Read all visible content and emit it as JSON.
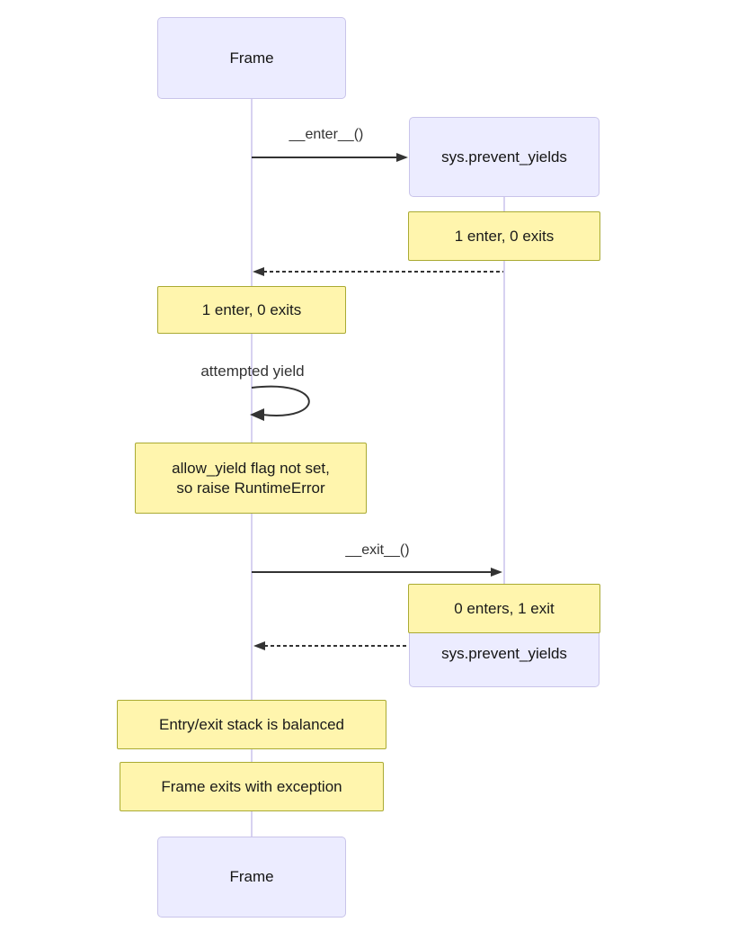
{
  "diagram": {
    "type": "sequence-diagram",
    "participants": {
      "frame_top": "Frame",
      "frame_bottom": "Frame",
      "sys_top": "sys.prevent_yields",
      "sys_bottom": "sys.prevent_yields"
    },
    "messages": {
      "enter": "__enter__()",
      "self_loop": "attempted yield",
      "exit": "__exit__()"
    },
    "notes": {
      "sys_after_enter": "1 enter, 0 exits",
      "frame_after_enter": "1 enter, 0 exits",
      "runtime_error_line1": "allow_yield flag not set,",
      "runtime_error_line2": "so raise RuntimeError",
      "sys_after_exit": "0 enters, 1 exit",
      "balanced": "Entry/exit stack is balanced",
      "exception": "Frame exits with exception"
    },
    "colors": {
      "actor_fill": "#ECECFF",
      "actor_border": "#C9C4EA",
      "note_fill": "#FFF5AD",
      "note_border": "#AAAA33",
      "lifeline": "#D7D2F1",
      "arrow": "#333333",
      "text": "#1A1A1A"
    }
  }
}
